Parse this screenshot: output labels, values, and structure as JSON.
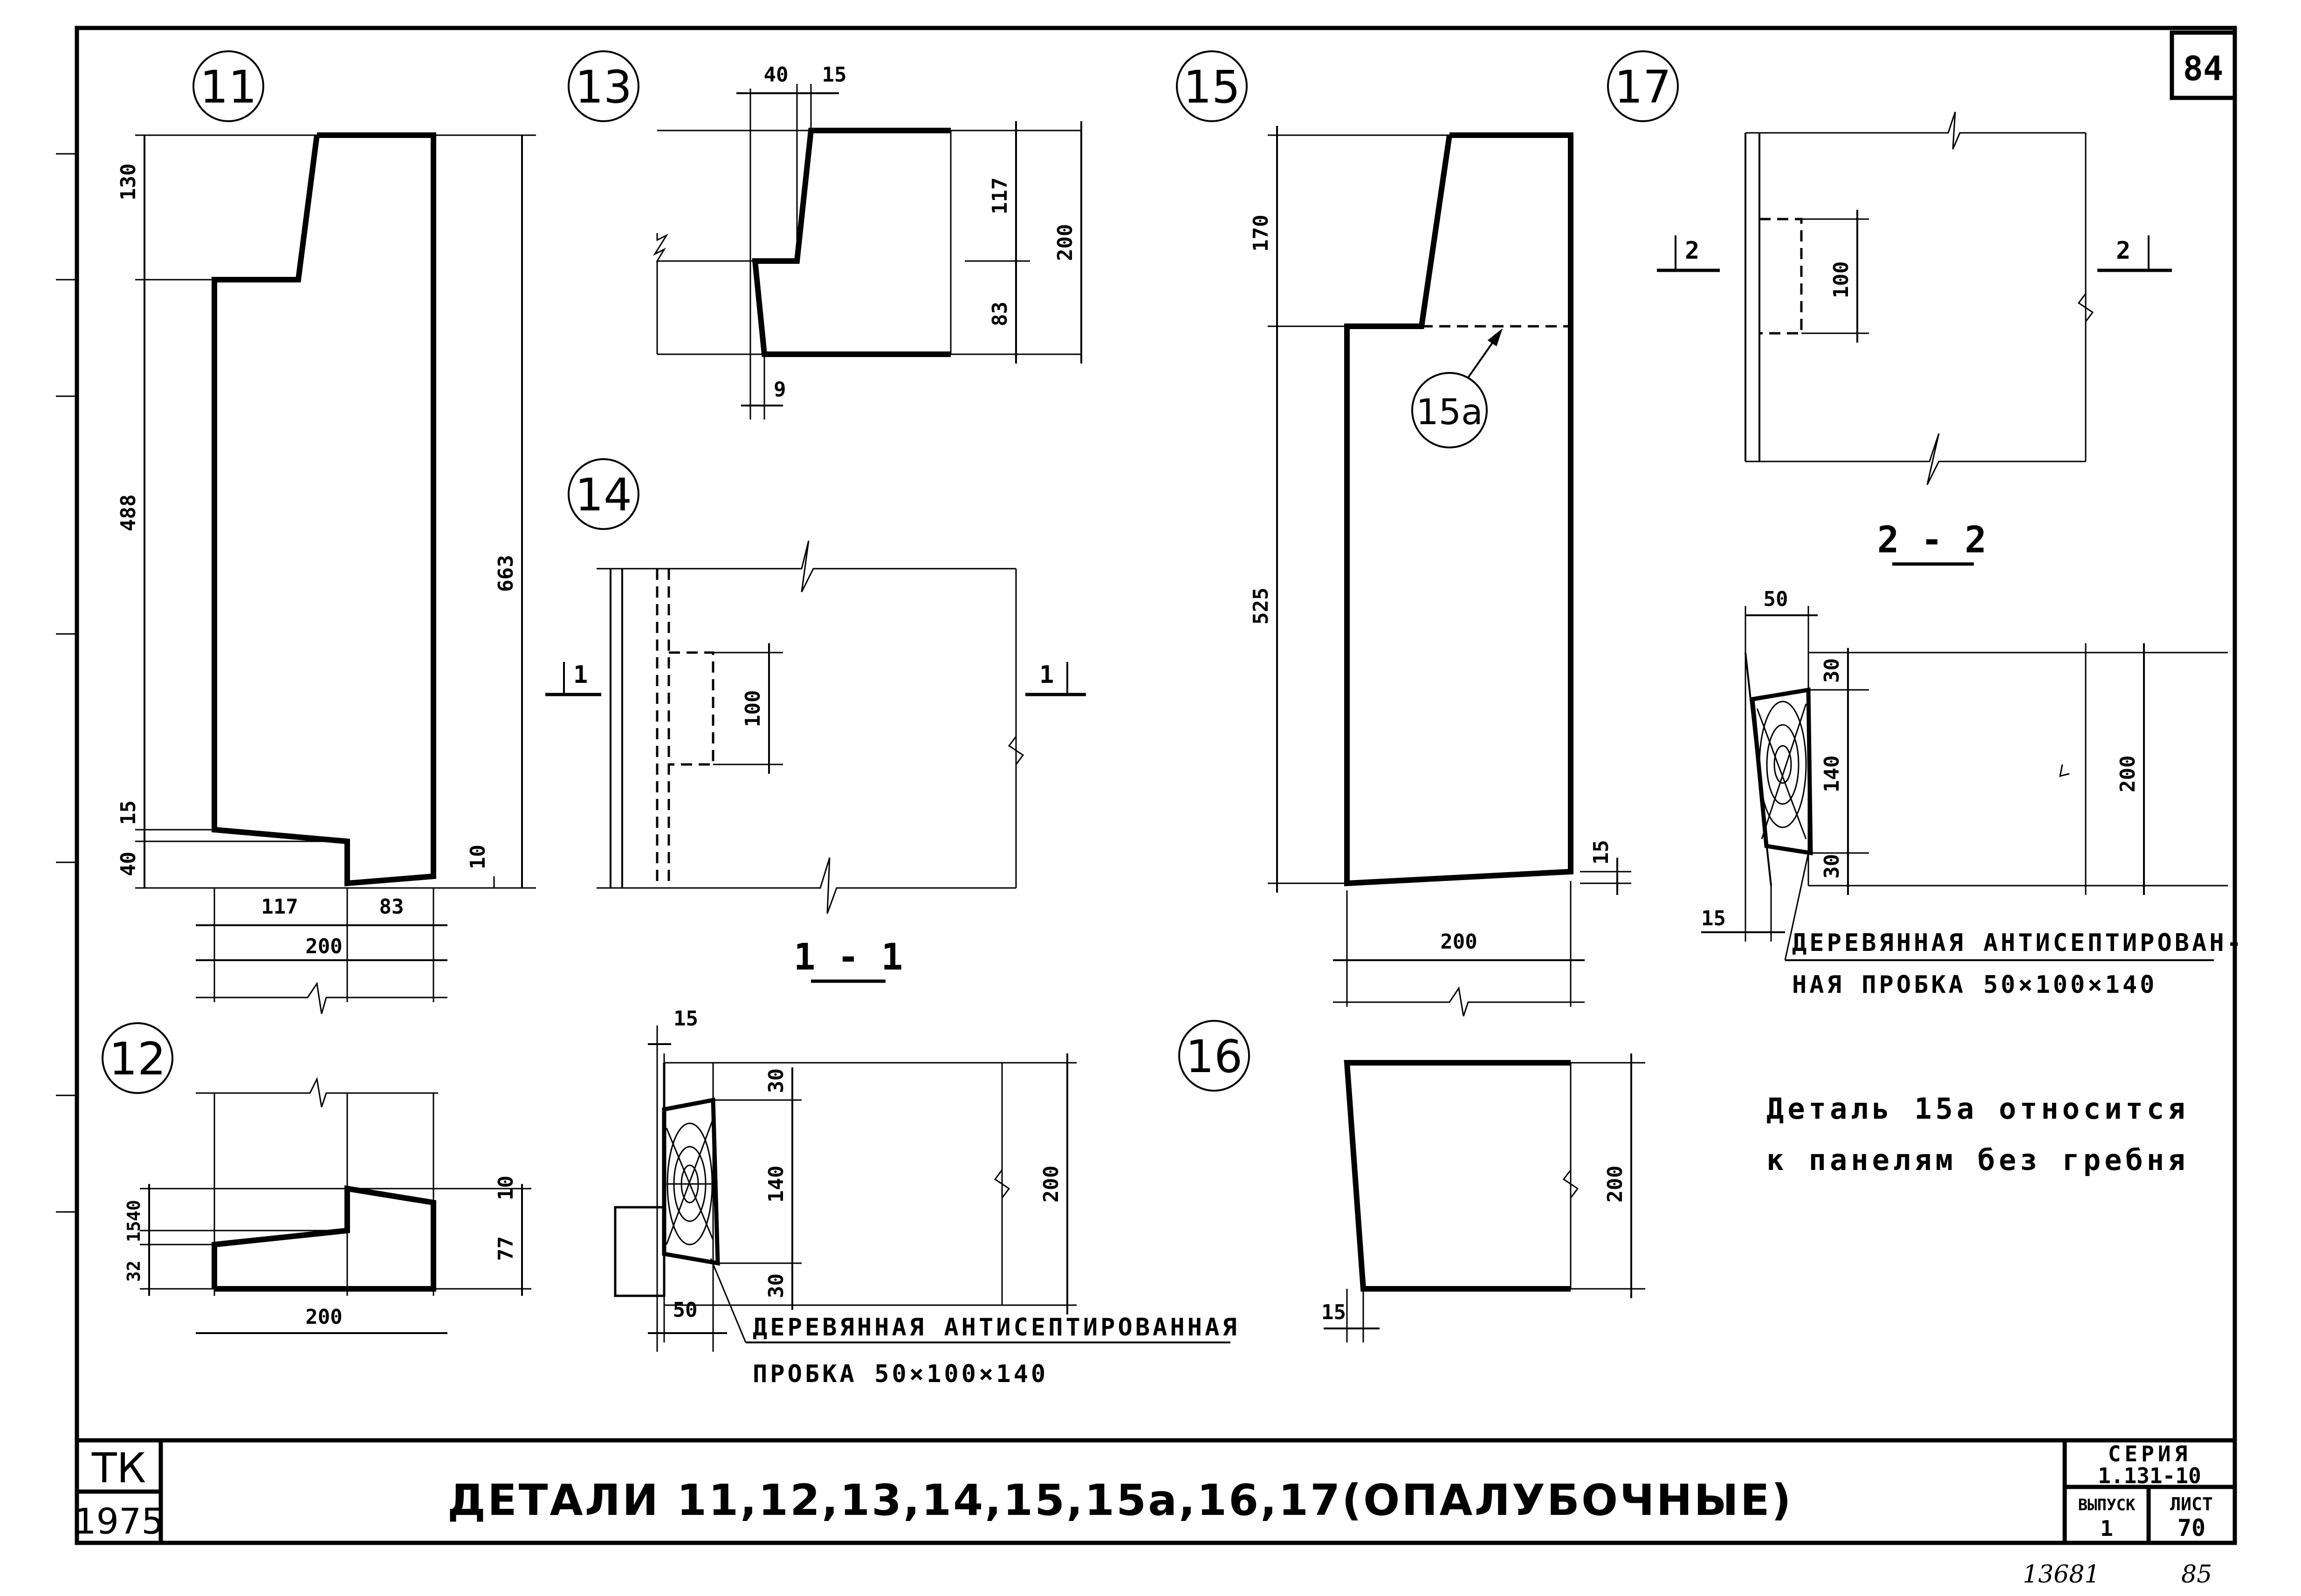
{
  "sheet": {
    "corner_number": "84",
    "bottom_numbers": [
      "13681",
      "85"
    ]
  },
  "details": {
    "d11": {
      "label": "11",
      "dims": [
        "130",
        "488",
        "663",
        "15",
        "40",
        "10",
        "117",
        "83",
        "200"
      ]
    },
    "d12": {
      "label": "12",
      "dims": [
        "40",
        "15",
        "32",
        "10",
        "77",
        "200"
      ]
    },
    "d13": {
      "label": "13",
      "dims": [
        "40",
        "15",
        "117",
        "200",
        "83",
        "9"
      ]
    },
    "d14": {
      "label": "14",
      "dims": [
        "100"
      ],
      "section_mark": "1",
      "section_title": "1 - 1"
    },
    "section_1_1": {
      "dims": [
        "15",
        "30",
        "140",
        "30",
        "200",
        "50"
      ],
      "note_line1": "ДЕРЕВЯННАЯ АНТИСЕПТИРОВАННАЯ",
      "note_line2": "ПРОБКА 50×100×140"
    },
    "d15": {
      "label": "15",
      "sub_label": "15a",
      "dims": [
        "170",
        "525",
        "15",
        "200"
      ]
    },
    "d16": {
      "label": "16",
      "dims": [
        "200",
        "15"
      ]
    },
    "d17": {
      "label": "17",
      "dims": [
        "100"
      ],
      "section_mark": "2",
      "section_title": "2 - 2"
    },
    "section_2_2": {
      "dims": [
        "50",
        "30",
        "140",
        "30",
        "200",
        "15"
      ],
      "note_line1": "ДЕРЕВЯННАЯ АНТИСЕПТИРОВАН-",
      "note_line2": "НАЯ ПРОБКА 50×100×140"
    }
  },
  "note": {
    "line1": "Деталь 15а относится",
    "line2": "к панелям без гребня"
  },
  "title_block": {
    "org_line1": "ТК",
    "org_line2": "1975",
    "title": "ДЕТАЛИ 11,12,13,14,15,15а,16,17(ОПАЛУБОЧНЫЕ)",
    "series_label": "СЕРИЯ",
    "series_value": "1.131-10",
    "issue_label": "ВЫПУСК",
    "issue_value": "1",
    "sheet_label": "ЛИСТ",
    "sheet_value": "70"
  }
}
